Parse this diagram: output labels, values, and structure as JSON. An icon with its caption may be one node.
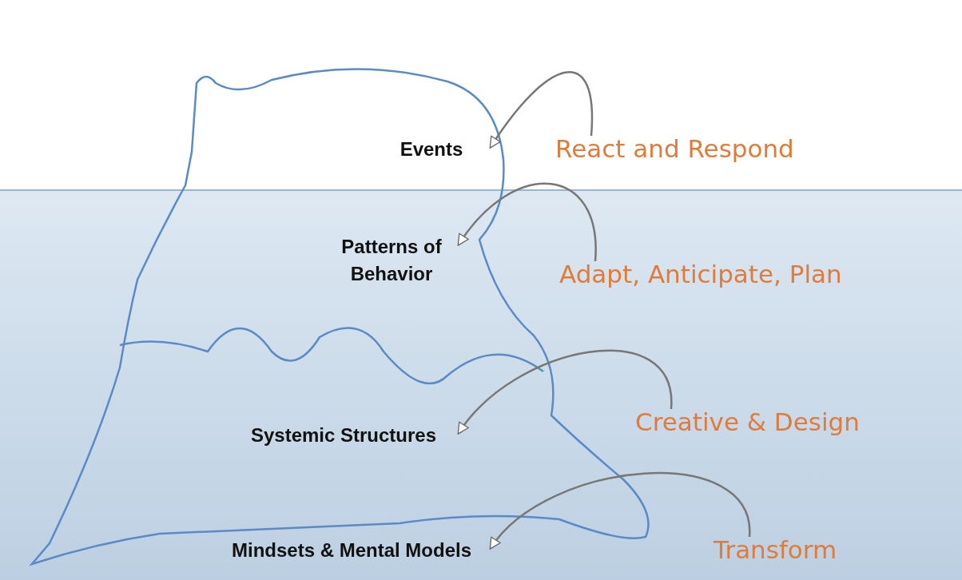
{
  "diagram": {
    "nodes": [
      {
        "text": [
          "Events"
        ]
      },
      {
        "text": [
          "Patterns of Behavior"
        ]
      },
      {
        "text": [
          "Systemic Structures"
        ]
      },
      {
        "text": [
          "Mindsets & Mental Models"
        ]
      },
      {
        "text": [
          "React and Respond"
        ]
      },
      {
        "text": [
          "Adapt, Anticipate, Plan"
        ]
      },
      {
        "text": [
          "Creative & Design"
        ]
      },
      {
        "text": [
          "Transform"
        ]
      }
    ],
    "edges": [
      {
        "from": 4,
        "to": 0,
        "arrow": "to"
      },
      {
        "from": 5,
        "to": 1,
        "arrow": "to"
      },
      {
        "from": 6,
        "to": 2,
        "arrow": "to"
      },
      {
        "from": 7,
        "to": 3,
        "arrow": "to"
      }
    ]
  }
}
